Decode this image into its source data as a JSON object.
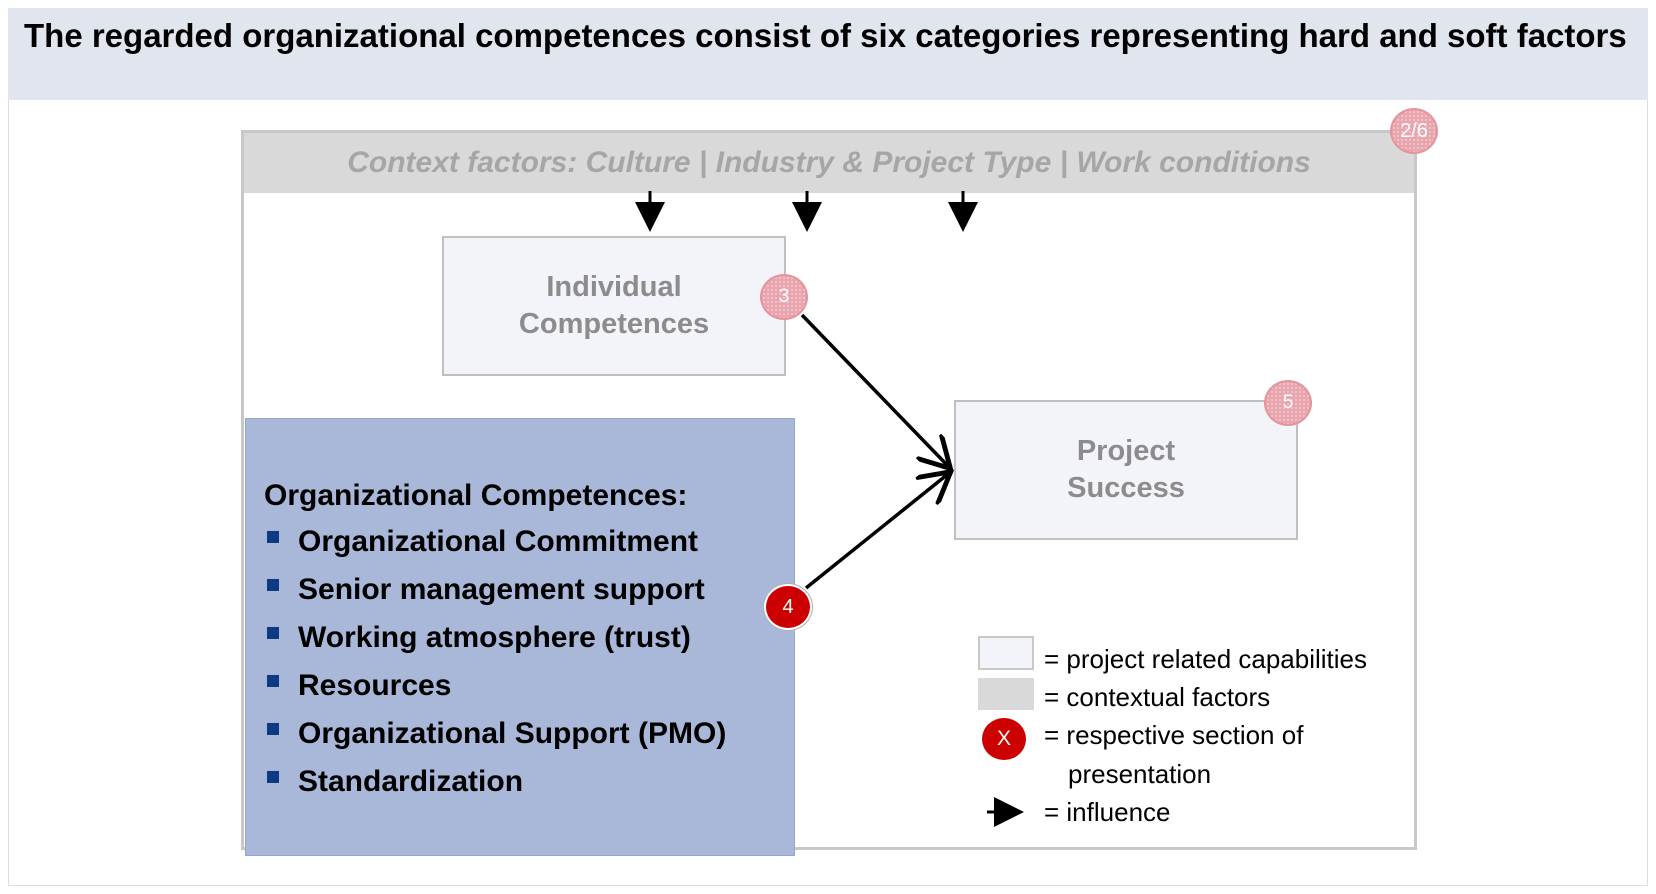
{
  "title": "The regarded organizational competences consist of six categories representing hard and soft factors",
  "context": {
    "text": "Context factors: Culture | Industry & Project Type | Work conditions",
    "badge": "2/6"
  },
  "individual": {
    "line1": "Individual",
    "line2": "Competences",
    "badge": "3"
  },
  "success": {
    "line1": "Project",
    "line2": "Success",
    "badge": "5"
  },
  "organizational": {
    "heading": "Organizational Competences:",
    "badge": "4",
    "items": [
      "Organizational Commitment",
      "Senior management support",
      "Working atmosphere (trust)",
      "Resources",
      "Organizational Support (PMO)",
      "Standardization"
    ]
  },
  "legend": {
    "project": "= project related capabilities",
    "context": "= contextual factors",
    "section_symbol": "X",
    "section_line1": "= respective section of",
    "section_line2": "presentation",
    "influence": "= influence"
  },
  "colors": {
    "title_bar": "#e1e5ee",
    "context_bar": "#d9d9d9",
    "org_box": "#a9b8d9",
    "bullet": "#0e3a84",
    "badge_active": "#cc0000",
    "badge_faded": "#e9a5ad"
  }
}
